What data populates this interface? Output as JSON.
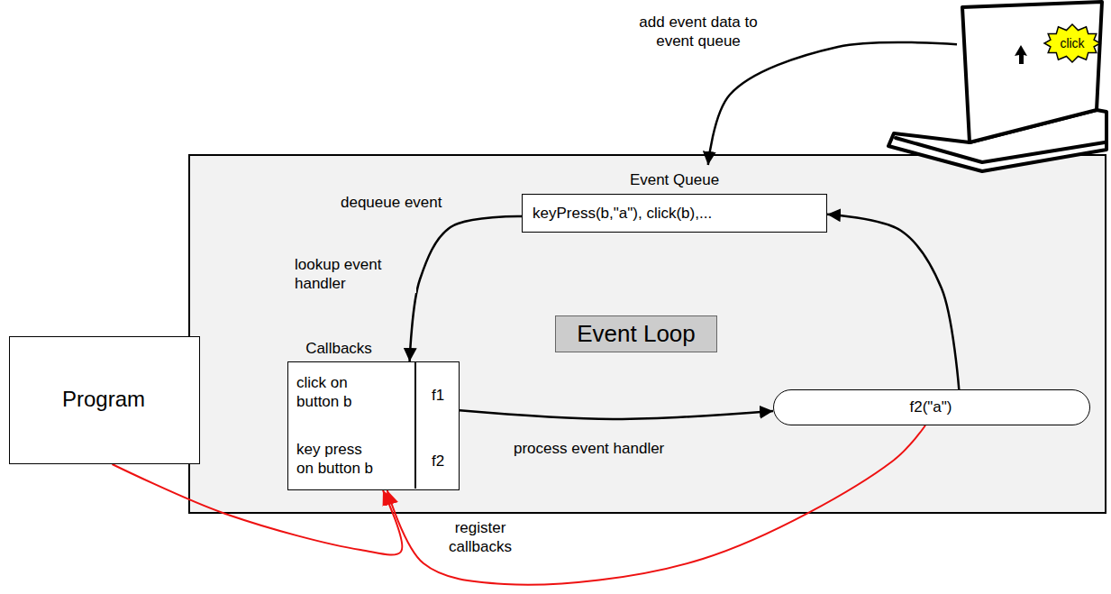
{
  "diagram": {
    "nodes": [
      {
        "text": [
          "Event Loop"
        ]
      },
      {
        "text": [
          "Event Queue",
          "keyPress(b,\"a\"), click(b),..."
        ],
        "in": 0
      },
      {
        "text": [
          "Callbacks",
          "click on button b",
          "f1",
          "key press on button b",
          "f2"
        ],
        "in": 0
      },
      {
        "text": [
          "f2(\"a\")"
        ],
        "in": 0
      },
      {
        "text": [
          "Program"
        ]
      },
      {
        "text": [
          "click"
        ]
      }
    ],
    "edges": [
      {
        "from": 5,
        "to": 1,
        "arrow": "to",
        "label": "add event data to event queue"
      },
      {
        "from": 1,
        "to": 2,
        "arrow": "to",
        "label": "dequeue event"
      },
      {
        "from": 2,
        "to": 3,
        "arrow": "to",
        "label": "process event handler"
      },
      {
        "from": 3,
        "to": 1,
        "arrow": "to"
      },
      {
        "from": 4,
        "to": 2,
        "arrow": "to",
        "label": "register callbacks"
      },
      {
        "from": 3,
        "to": 2,
        "arrow": "to"
      }
    ],
    "labels": [
      "lookup event handler"
    ]
  }
}
